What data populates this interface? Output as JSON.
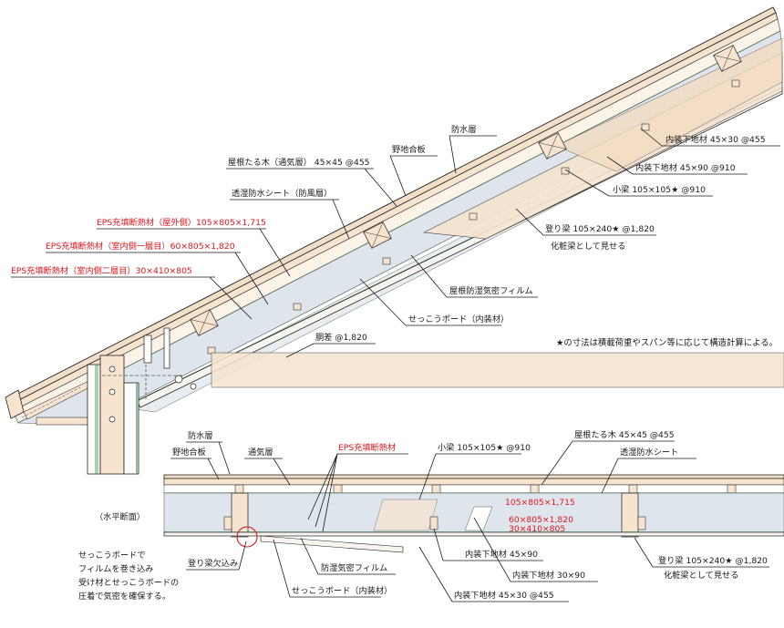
{
  "colors": {
    "wood": "#f6e4cf",
    "wood_dark": "#e9cda8",
    "insulation": "#dfe5ec",
    "membrane_green": "#3f9a55",
    "red_text": "#e0141b",
    "line": "#222222"
  },
  "roof_section": {
    "labels": {
      "waterproof": "防水層",
      "sheathing": "野地合板",
      "rafter": "屋根たる木（通気層） 45×45 @455",
      "breather": "透湿防水シート（防風層）",
      "eps_outer": "EPS充填断熱材（屋外側）105×805×1,715",
      "eps_inner1": "EPS充填断熱材（室内側一層目）60×805×1,820",
      "eps_inner2": "EPS充填断熱材（室内側二層目）30×410×805",
      "interior_batten_a": "内装下地材 45×30 @455",
      "interior_batten_b": "内装下地材 45×90 @910",
      "purlin": "小梁 105×105★ @910",
      "rafter_beam": "登り梁 105×240★ @1,820",
      "rafter_beam_note": "化粧梁として見せる",
      "vapor": "屋根防湿気密フィルム",
      "gypsum": "せっこうボード（内装材）",
      "tie_beam": "胴差 @1,820",
      "star_note": "★の寸法は積載荷重やスパン等に応じて構造計算による。"
    }
  },
  "horizontal_section": {
    "title": "（水平断面）",
    "labels": {
      "waterproof": "防水層",
      "sheathing": "野地合板",
      "vent_layer": "通気層",
      "eps": "EPS充填断熱材",
      "purlin": "小梁 105×105★ @910",
      "rafter": "屋根たる木 45×45 @455",
      "breather": "透湿防水シート",
      "dim_outer": "105×805×1,715",
      "dim_inner1": "60×805×1,820",
      "dim_inner2": "30×410×805",
      "notch": "登り梁欠込み",
      "batten_90": "内装下地材 45×90",
      "batten_30x90": "内装下地材 30×90",
      "rafter_beam": "登り梁 105×240★ @1,820",
      "rafter_beam_note": "化粧梁として見せる",
      "vapor": "防湿気密フィルム",
      "gypsum": "せっこうボード（内装材）",
      "batten_455": "内装下地材 45×30 @455"
    },
    "note_lines": [
      "せっこうボードで",
      "フィルムを巻き込み",
      "受け材とせっこうボードの",
      "圧着で気密を確保する。"
    ]
  }
}
